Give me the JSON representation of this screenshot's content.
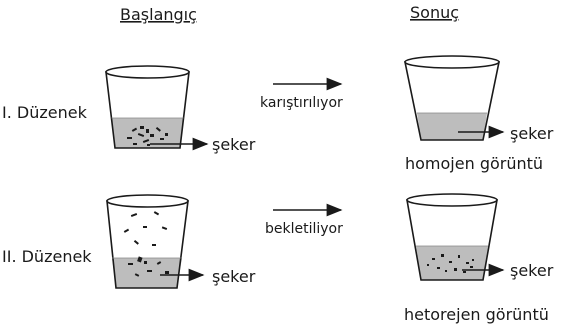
{
  "headers": {
    "start": "Başlangıç",
    "result": "Sonuç"
  },
  "setups": [
    {
      "label": "I. Düzenek",
      "process": "karıştırılıyor",
      "start_arrow_label": "şeker",
      "result_arrow_label": "şeker",
      "result_caption": "homojen görüntü"
    },
    {
      "label": "II. Düzenek",
      "process": "bekletiliyor",
      "start_arrow_label": "şeker",
      "result_arrow_label": "şeker",
      "result_caption": "hetorejen görüntü"
    }
  ],
  "colors": {
    "liquid": "#bdbdbd",
    "line": "#1a1a1a"
  }
}
